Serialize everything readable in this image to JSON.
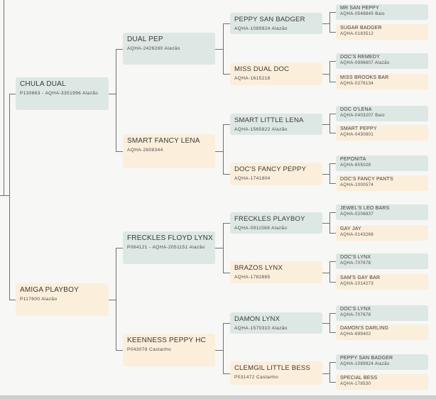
{
  "pedigree": {
    "sire": {
      "name": "CHULA DUAL",
      "reg": "P130863 - AQHA-3351996 Alazão",
      "sire": {
        "name": "DUAL PEP",
        "reg": "AQHA-2426280 Alazão",
        "sire": {
          "name": "PEPPY SAN BADGER",
          "reg": "AQHA-1089924 Alazão",
          "sire": {
            "name": "MR SAN PEPPY",
            "reg": "AQHA-0548845 Baio"
          },
          "dam": {
            "name": "SUGAR BADGER",
            "reg": "AQHA-0183512"
          }
        },
        "dam": {
          "name": "MISS DUAL DOC",
          "reg": "AQHA-1615218",
          "sire": {
            "name": "DOC'S REMEDY",
            "reg": "AQHA-0996607 Alazão"
          },
          "dam": {
            "name": "MISS BROOKS BAR",
            "reg": "AQHA-0276134"
          }
        }
      },
      "dam": {
        "name": "SMART FANCY LENA",
        "reg": "AQHA-2608344",
        "sire": {
          "name": "SMART LITTLE LENA",
          "reg": "AQHA-1565822 Alazão",
          "sire": {
            "name": "DOC O'LENA",
            "reg": "AQHA-0403207 Baio"
          },
          "dam": {
            "name": "SMART PEPPY",
            "reg": "AQHA-0430801"
          }
        },
        "dam": {
          "name": "DOC'S FANCY PEPPY",
          "reg": "AQHA-1741804",
          "sire": {
            "name": "PEPONITA",
            "reg": "AQHA-605028"
          },
          "dam": {
            "name": "DOC'S FANCY PANTS",
            "reg": "AQHA-1000574"
          }
        }
      }
    },
    "dam": {
      "name": "AMIGA PLAYBOY",
      "reg": "P117600 Alazão",
      "sire": {
        "name": "FRECKLES FLOYD LYNX",
        "reg": "P084121 - AQHA-2051151 Alazão",
        "sire": {
          "name": "FRECKLES PLAYBOY",
          "reg": "AQHA-0911588 Alazão",
          "sire": {
            "name": "JEWEL'S LEO BARS",
            "reg": "AQHA-0206837"
          },
          "dam": {
            "name": "GAY JAY",
            "reg": "AQHA-0143266"
          }
        },
        "dam": {
          "name": "BRAZOS LYNX",
          "reg": "AQHA-1782885",
          "sire": {
            "name": "DOC'S LYNX",
            "reg": "AQHA-707678"
          },
          "dam": {
            "name": "SAM'S GAY BAR",
            "reg": "AQHA-1014273"
          }
        }
      },
      "dam": {
        "name": "KEENNESS PEPPY HC",
        "reg": "P043078 Castanho",
        "sire": {
          "name": "DAMON LYNX",
          "reg": "AQHA-1570310 Alazão",
          "sire": {
            "name": "DOC'S LYNX",
            "reg": "AQHA-707678"
          },
          "dam": {
            "name": "DAMON'S DARLING",
            "reg": "AQHA-699402"
          }
        },
        "dam": {
          "name": "CLEMGIL LITTLE BESS",
          "reg": "P031472 Castanho",
          "sire": {
            "name": "PEPPY SAN BADGER",
            "reg": "AQHA-1089924 Alazão"
          },
          "dam": {
            "name": "SPECIAL BESS",
            "reg": "AQHA-178530"
          }
        }
      }
    }
  }
}
